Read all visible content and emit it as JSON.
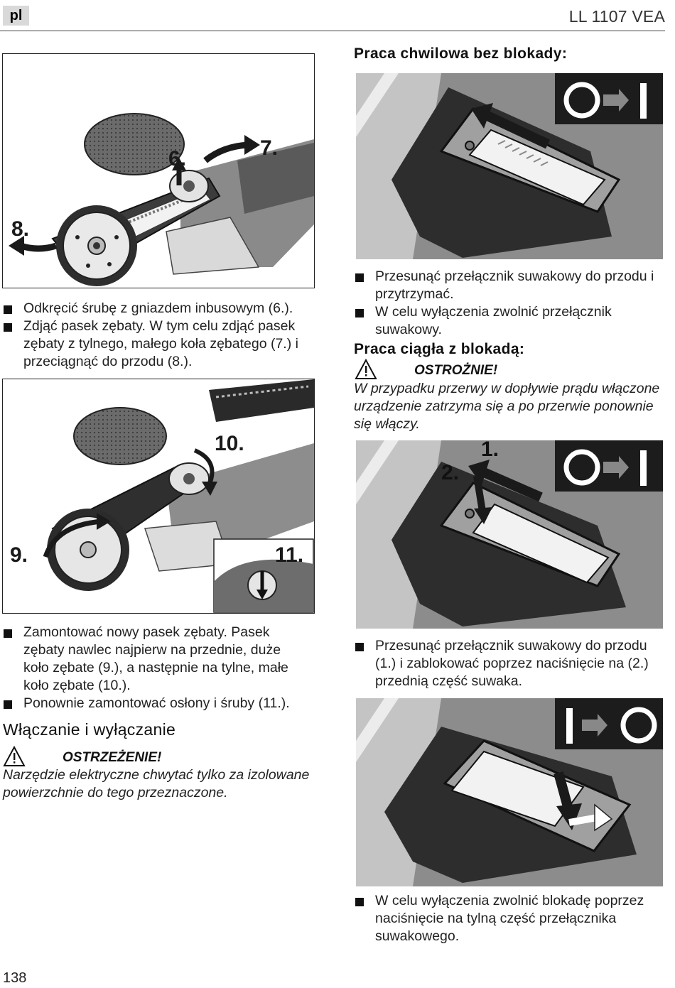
{
  "header": {
    "lang": "pl",
    "model": "LL 1107 VEA"
  },
  "figures": {
    "fig1": {
      "labels": [
        "6.",
        "7.",
        "8."
      ]
    },
    "fig2": {
      "labels": [
        "10.",
        "9.",
        "11."
      ]
    },
    "sw2": {
      "labels": [
        "1.",
        "2."
      ]
    }
  },
  "left": {
    "steps1": [
      "Odkręcić śrubę z gniazdem inbusowym (6.).",
      "Zdjąć pasek zębaty. W tym celu zdjąć pasek zębaty z tylnego, małego koła zębatego (7.) i przeciągnąć do przodu (8.)."
    ],
    "steps2": [
      "Zamontować nowy pasek zębaty. Pasek zębaty nawlec najpierw na przednie, duże koło zębate (9.), a następnie na tylne, małe koło zębate (10.).",
      "Ponownie zamontować osłony i śruby (11.)."
    ],
    "section_title": "Włączanie i wyłączanie",
    "warning_label": "OSTRZEŻENIE!",
    "warning_text": "Narzędzie elektryczne chwytać tylko za izolowane powierzchnie do tego przeznaczone."
  },
  "right": {
    "title1": "Praca chwilowa bez blokady:",
    "steps1": [
      "Przesunąć przełącznik suwakowy do przodu i przytrzymać.",
      "W celu wyłączenia zwolnić przełącznik suwakowy."
    ],
    "title2": "Praca ciągła z blokadą:",
    "caution_label": "OSTROŻNIE!",
    "caution_text": "W przypadku przerwy w dopływie prądu włączone urządzenie zatrzyma się a po przerwie ponownie się włączy.",
    "steps2": [
      "Przesunąć przełącznik suwakowy do przodu (1.) i zablokować poprzez naciśnięcie na (2.) przednią część suwaka."
    ],
    "steps3": [
      "W celu wyłączenia zwolnić blokadę poprzez naciśnięcie na tylną część przełącznika suwakowego."
    ]
  },
  "footer": {
    "page": "138"
  }
}
